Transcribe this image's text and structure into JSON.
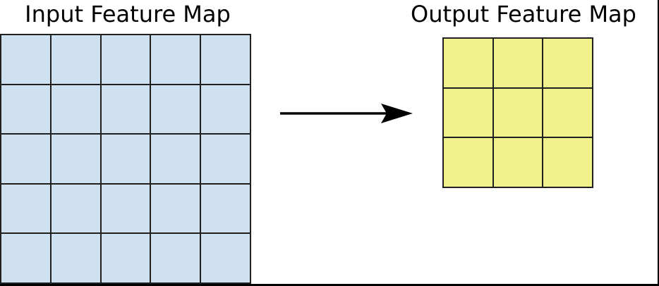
{
  "diagram": {
    "background_color": "#ffffff",
    "frame_border_color": "#000000",
    "grids": [
      {
        "id": "input",
        "title": "Input Feature Map",
        "rows": 5,
        "cols": 5,
        "fill_color": "#cfe1f1",
        "line_color": "#202020"
      },
      {
        "id": "output",
        "title": "Output Feature Map",
        "rows": 3,
        "cols": 3,
        "fill_color": "#f1f18b",
        "line_color": "#202020"
      }
    ],
    "arrow": {
      "direction": "right",
      "color": "#000000"
    }
  }
}
